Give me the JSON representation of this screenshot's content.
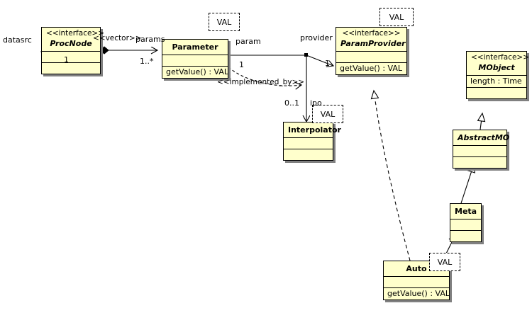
{
  "diagram": {
    "type": "uml-class-diagram",
    "background": "#ffffff",
    "class_fill": "#ffffcc",
    "line_color": "#000000",
    "shadow_color": "#808080"
  },
  "classes": [
    {
      "id": "procnode",
      "stereotype": "<<interface>>",
      "name": "ProcNode",
      "abstract": true,
      "attributes": [],
      "operations": [],
      "template": null
    },
    {
      "id": "parameter",
      "stereotype": "",
      "name": "Parameter",
      "abstract": false,
      "attributes": [],
      "operations": [
        "getValue() : VAL"
      ],
      "template": "VAL"
    },
    {
      "id": "paramprovider",
      "stereotype": "<<interface>>",
      "name": "ParamProvider",
      "abstract": true,
      "attributes": [],
      "operations": [
        "getValue() : VAL"
      ],
      "template": "VAL"
    },
    {
      "id": "interpolator",
      "stereotype": "",
      "name": "Interpolator",
      "abstract": false,
      "attributes": [],
      "operations": [],
      "template": "VAL"
    },
    {
      "id": "mobject",
      "stereotype": "<<interface>>",
      "name": "MObject",
      "abstract": true,
      "attributes": [
        "length : Time"
      ],
      "operations": [],
      "template": null
    },
    {
      "id": "abstractmo",
      "stereotype": "",
      "name": "AbstractMO",
      "abstract": true,
      "attributes": [],
      "operations": [],
      "template": null
    },
    {
      "id": "meta",
      "stereotype": "",
      "name": "Meta",
      "abstract": false,
      "attributes": [],
      "operations": [],
      "template": null
    },
    {
      "id": "auto",
      "stereotype": "",
      "name": "Auto",
      "abstract": false,
      "attributes": [],
      "operations": [
        "getValue() : VAL"
      ],
      "template": "VAL"
    }
  ],
  "labels": {
    "datasrc": "datasrc",
    "datasrc_mult": "1",
    "vector_stereotype": "<<vector>>",
    "params_role": "params",
    "params_mult": "1..*",
    "param_role": "param",
    "param_mult": "1",
    "provider_role": "provider",
    "provider_mult": "1",
    "implemented_by": "<<implemented_by>>",
    "interp_mult": "0..1",
    "interp_role": "ipo",
    "tmpl_val": "VAL"
  },
  "relations": [
    {
      "id": "procnode-self",
      "kind": "association",
      "from": "ProcNode",
      "to": "ProcNode",
      "role": "datasrc",
      "multiplicity": "1"
    },
    {
      "id": "procnode-parameter",
      "kind": "composition",
      "from": "ProcNode",
      "to": "Parameter",
      "stereotype": "<<vector>>",
      "role": "params",
      "multiplicity": "1..*"
    },
    {
      "id": "parameter-paramprovider",
      "kind": "association",
      "from": "Parameter",
      "to": "ParamProvider",
      "from_role": "param",
      "from_multiplicity": "1",
      "to_role": "provider",
      "to_multiplicity": "1"
    },
    {
      "id": "parameter-interpolator",
      "kind": "dependency",
      "from": "Parameter",
      "to": "Interpolator",
      "stereotype": "<<implemented_by>>"
    },
    {
      "id": "provider-interpolator",
      "kind": "association",
      "from": "ParamProvider",
      "to": "Interpolator",
      "multiplicity": "0..1",
      "role": "ipo"
    },
    {
      "id": "auto-paramprovider",
      "kind": "realization",
      "from": "Auto",
      "to": "ParamProvider"
    },
    {
      "id": "abstractmo-mobject",
      "kind": "realization",
      "from": "AbstractMO",
      "to": "MObject"
    },
    {
      "id": "meta-abstractmo",
      "kind": "generalization",
      "from": "Meta",
      "to": "AbstractMO"
    },
    {
      "id": "auto-meta",
      "kind": "generalization",
      "from": "Auto",
      "to": "Meta"
    }
  ]
}
